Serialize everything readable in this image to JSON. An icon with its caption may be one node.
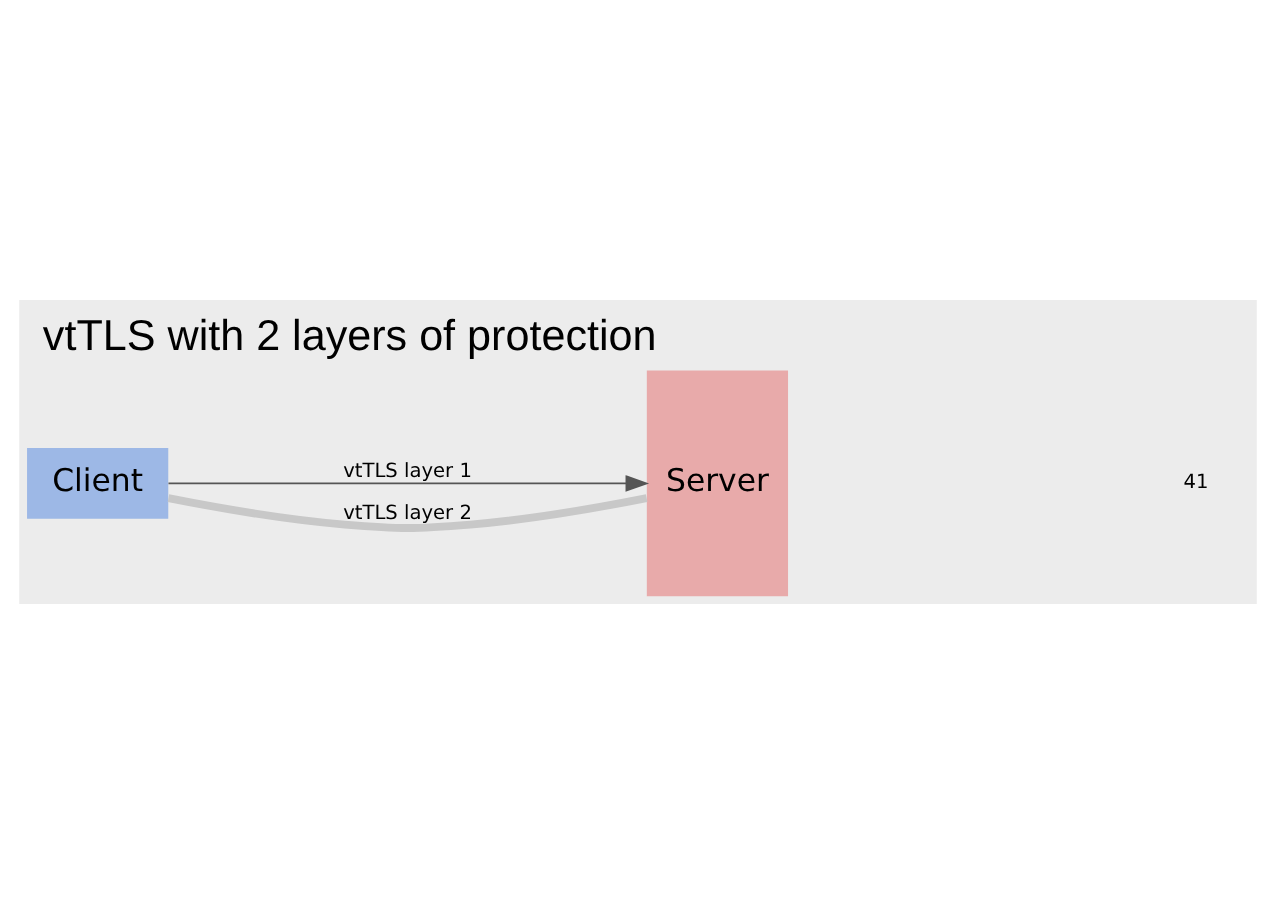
{
  "diagram": {
    "title": "vtTLS with 2 layers of protection",
    "nodes": [
      {
        "text": [
          "Client"
        ]
      },
      {
        "text": [
          "Server"
        ]
      }
    ],
    "edges": [
      {
        "from": 0,
        "to": 1,
        "arrow": "to",
        "label": "vtTLS layer 1"
      },
      {
        "from": 0,
        "to": 1,
        "arrow": "none",
        "label": "vtTLS layer 2",
        "style": "thick",
        "color": "#c8c8c8"
      }
    ],
    "labels": [
      "41"
    ]
  }
}
